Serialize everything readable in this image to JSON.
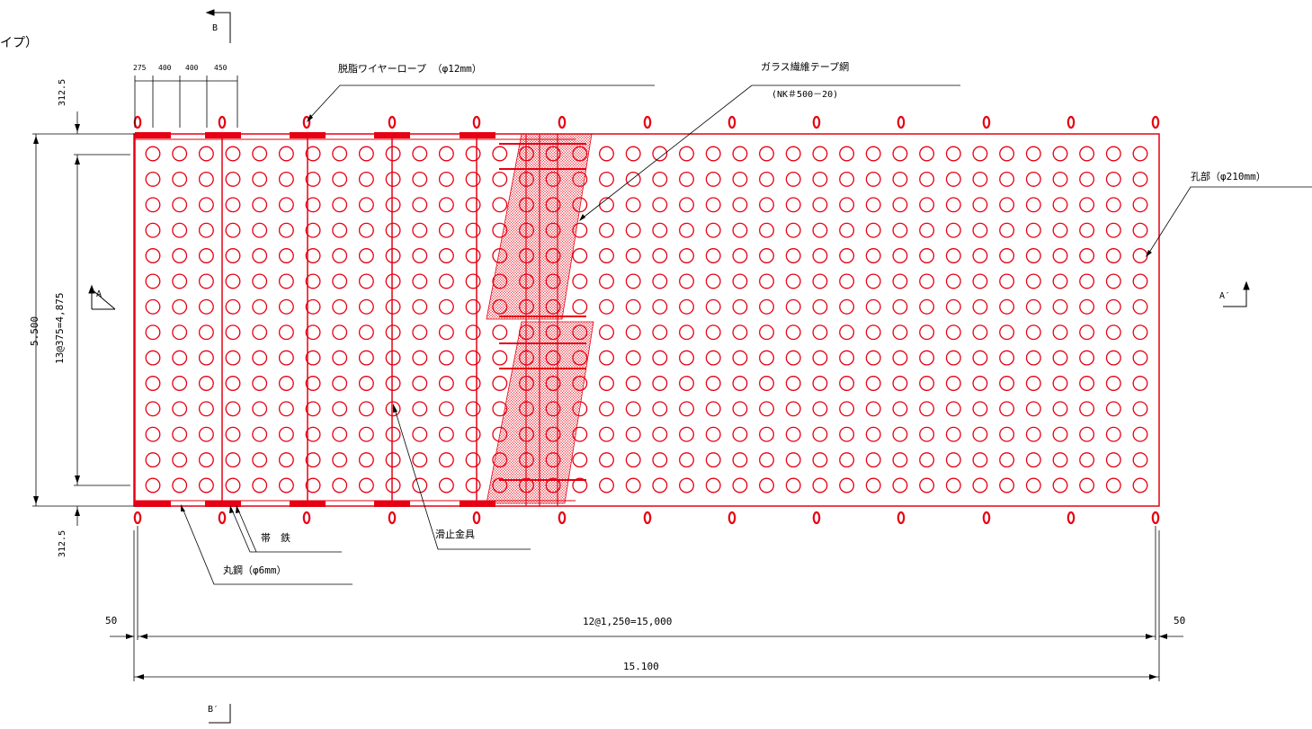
{
  "heading_fragment": "イプ）",
  "labels": {
    "wire_rope": "脱脂ワイヤーロープ （φ12mm）",
    "glass_net": "ガラス繊維テープ網",
    "glass_net_code": "(NK＃500－20)",
    "hole": "孔部（φ210mm）",
    "band_iron": "帯　鉄",
    "round_steel": "丸鋼（φ6mm）",
    "anti_slip": "滑止金具"
  },
  "dimensions": {
    "top_edge": "312.5",
    "bottom_edge": "312.5",
    "total_height": "5.500",
    "inner_height": "13@375=4,875",
    "top_spacing": [
      "275",
      "400",
      "400",
      "450"
    ],
    "left_margin": "50",
    "right_margin": "50",
    "inner_width": "12@1,250=15,000",
    "total_width": "15.100"
  },
  "sections": {
    "top": "B",
    "bottom": "B′",
    "left": "A",
    "right": "A′"
  },
  "colors": {
    "drawing": "#e60012",
    "annotation": "#000000",
    "background": "#ffffff"
  }
}
